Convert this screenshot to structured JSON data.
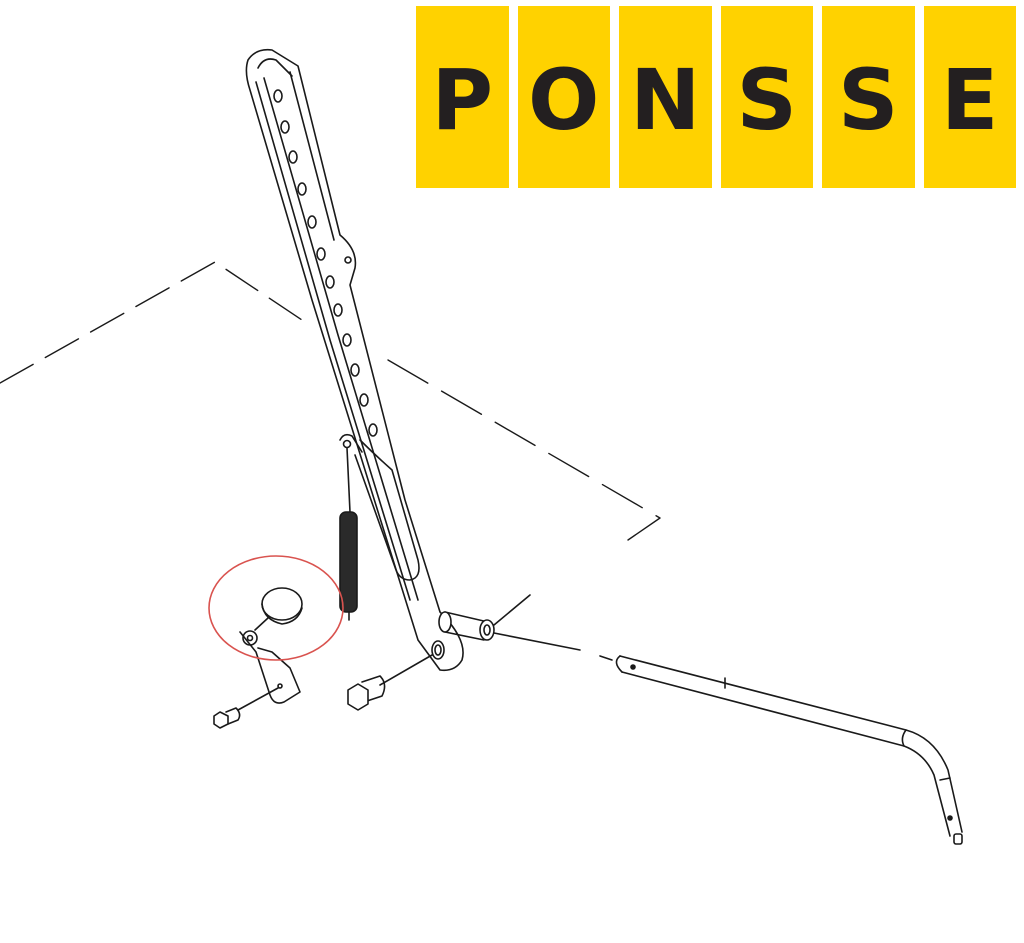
{
  "logo": {
    "brand": "PONSSE",
    "letters": [
      "P",
      "O",
      "N",
      "S",
      "S",
      "E"
    ],
    "tile_color": "#FFD200",
    "text_color": "#231F20"
  },
  "diagram": {
    "type": "exploded-parts-view",
    "highlight": {
      "shape": "ellipse",
      "color": "#D9534F",
      "target": "rubber-cap"
    },
    "parts": [
      "lever-arm",
      "tension-spring",
      "rubber-cap",
      "bracket-plate",
      "small-bolt",
      "large-bolt",
      "bushing-pin",
      "bent-rod"
    ]
  }
}
